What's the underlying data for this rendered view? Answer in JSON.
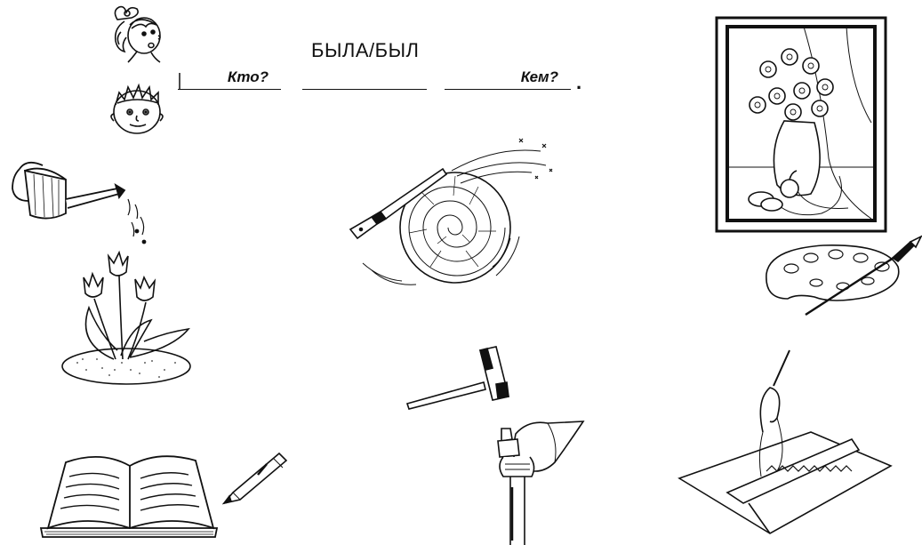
{
  "worksheet": {
    "title": "БЫЛА/БЫЛ",
    "blank_who": "Кто?",
    "blank_middle": "",
    "blank_with_whom": "Кем?",
    "end_punctuation": "."
  },
  "pictures": [
    {
      "icon": "girl-face-icon"
    },
    {
      "icon": "boy-face-icon"
    },
    {
      "icon": "watering-can-icon"
    },
    {
      "icon": "tulips-icon"
    },
    {
      "icon": "knife-and-cabbage-icon"
    },
    {
      "icon": "framed-still-life-icon"
    },
    {
      "icon": "palette-and-brush-icon"
    },
    {
      "icon": "hammer-icon"
    },
    {
      "icon": "hand-hammer-icon"
    },
    {
      "icon": "needle-and-thread-icon"
    },
    {
      "icon": "open-book-icon"
    },
    {
      "icon": "pen-icon"
    }
  ]
}
